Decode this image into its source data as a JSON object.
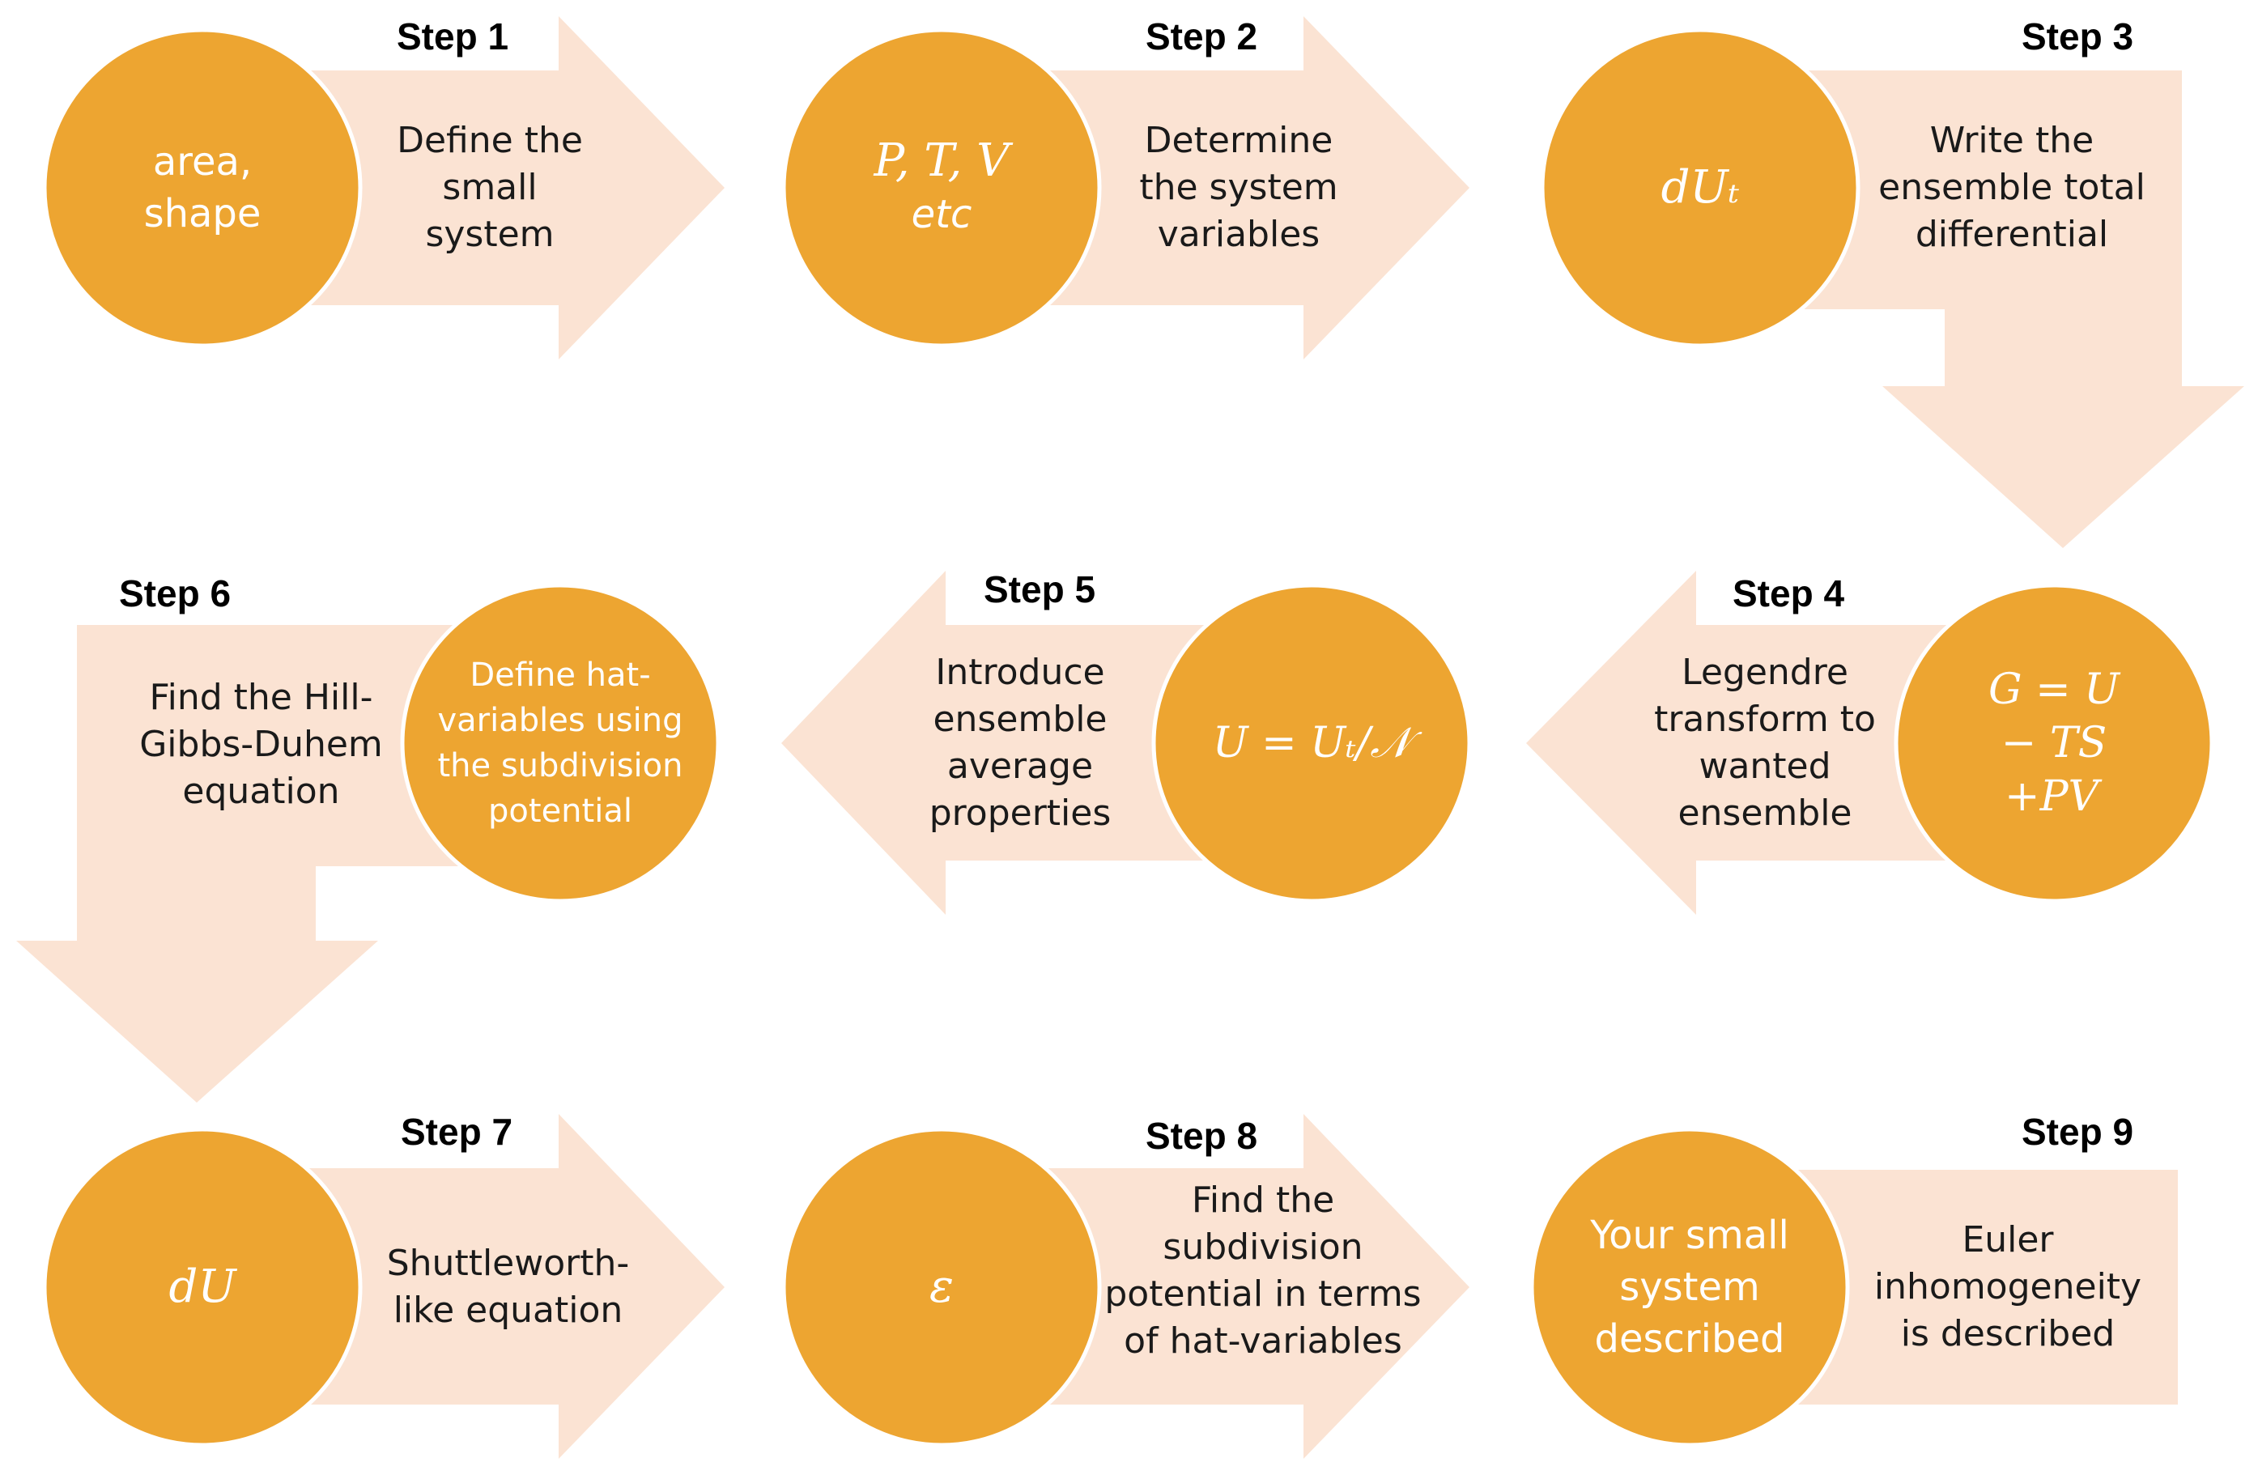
{
  "colors": {
    "arrow_fill": "#fbe3d3",
    "circle_fill": "#eda531",
    "circle_stroke": "#ffffff",
    "step_text": "#000000",
    "arrow_text": "#1a1a1a",
    "circle_text": "#ffffff"
  },
  "steps": [
    {
      "label": "Step 1",
      "arrow_lines": [
        "Define the",
        "small",
        "system"
      ],
      "circle_lines": [
        "area,",
        "shape"
      ]
    },
    {
      "label": "Step 2",
      "arrow_lines": [
        "Determine",
        "the system",
        "variables"
      ],
      "circle_lines": [
        "P, T, V",
        "etc"
      ]
    },
    {
      "label": "Step 3",
      "arrow_lines": [
        "Write the",
        "ensemble total",
        "differential"
      ],
      "circle_lines": [
        "dUₜ"
      ]
    },
    {
      "label": "Step 4",
      "arrow_lines": [
        "Legendre",
        "transform  to",
        "wanted",
        "ensemble"
      ],
      "circle_lines": [
        "G = U",
        "− TS",
        "+PV"
      ]
    },
    {
      "label": "Step 5",
      "arrow_lines": [
        "Introduce",
        "ensemble",
        "average",
        "properties"
      ],
      "circle_lines": [
        "U = Uₜ/𝒩"
      ]
    },
    {
      "label": "Step 6",
      "arrow_lines": [
        "Find the Hill-",
        "Gibbs-Duhem",
        "equation"
      ],
      "circle_lines": [
        "Define hat-",
        "variables using",
        "the  subdivision",
        "potential"
      ]
    },
    {
      "label": "Step 7",
      "arrow_lines": [
        "Shuttleworth-",
        "like equation"
      ],
      "circle_lines": [
        "dU"
      ]
    },
    {
      "label": "Step 8",
      "arrow_lines": [
        "Find the",
        "subdivision",
        "potential in terms",
        "of hat-variables"
      ],
      "circle_lines": [
        "ε"
      ]
    },
    {
      "label": "Step 9",
      "arrow_lines": [
        "Euler",
        "inhomogeneity",
        "is described"
      ],
      "circle_lines": [
        "Your small",
        "system",
        "described"
      ]
    }
  ]
}
